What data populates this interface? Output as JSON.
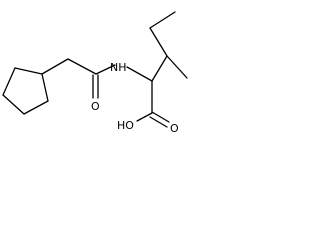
{
  "molecule": {
    "atom_labels": {
      "amide_nh": "NH",
      "carbonyl_o": "O",
      "hydroxyl": "HO",
      "acid_carbonyl_o": "O"
    },
    "colors": {
      "bond": "#000000",
      "text": "#000000",
      "background": "#ffffff"
    }
  }
}
